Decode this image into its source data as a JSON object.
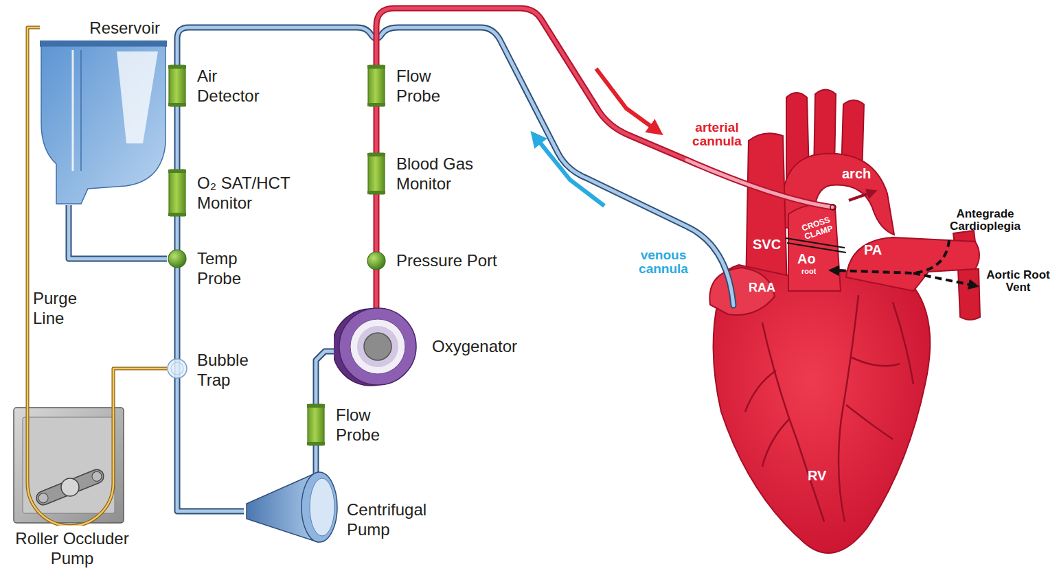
{
  "diagram": {
    "nodes": [
      {
        "text": [
          "Reservoir"
        ]
      },
      {
        "text": [
          "Air Detector"
        ]
      },
      {
        "text": [
          "O₂ SAT/HCT Monitor"
        ]
      },
      {
        "text": [
          "Temp Probe"
        ]
      },
      {
        "text": [
          "Bubble Trap"
        ]
      },
      {
        "text": [
          "Roller Occluder Pump"
        ]
      },
      {
        "text": [
          "Centrifugal Pump"
        ]
      },
      {
        "text": [
          "Flow Probe"
        ]
      },
      {
        "text": [
          "Blood Gas Monitor"
        ]
      },
      {
        "text": [
          "Pressure Port"
        ]
      },
      {
        "text": [
          "Oxygenator"
        ]
      },
      {
        "text": [
          "Flow Probe"
        ]
      }
    ],
    "edges": [
      {
        "from": 1,
        "to": 2,
        "arrow": "none"
      },
      {
        "from": 2,
        "to": 3,
        "arrow": "none"
      },
      {
        "from": 3,
        "to": 4,
        "arrow": "none"
      },
      {
        "from": 4,
        "to": 6,
        "arrow": "none"
      },
      {
        "from": 6,
        "to": 11,
        "arrow": "none"
      },
      {
        "from": 11,
        "to": 10,
        "arrow": "none"
      },
      {
        "from": 10,
        "to": 9,
        "arrow": "none"
      },
      {
        "from": 9,
        "to": 8,
        "arrow": "none"
      },
      {
        "from": 8,
        "to": 7,
        "arrow": "none"
      },
      {
        "from": 0,
        "to": 3,
        "arrow": "none"
      },
      {
        "from": 5,
        "to": 0,
        "label": "Purge Line",
        "arrow": "none"
      },
      {
        "from": 4,
        "to": 5,
        "arrow": "none"
      }
    ],
    "labels": [
      "arterial cannula",
      "venous cannula",
      "arch",
      "CROSS CLAMP",
      "SVC",
      "Ao",
      "root",
      "PA",
      "RAA",
      "RV",
      "Antegrade Cardioplegia",
      "Aortic Root Vent"
    ]
  }
}
